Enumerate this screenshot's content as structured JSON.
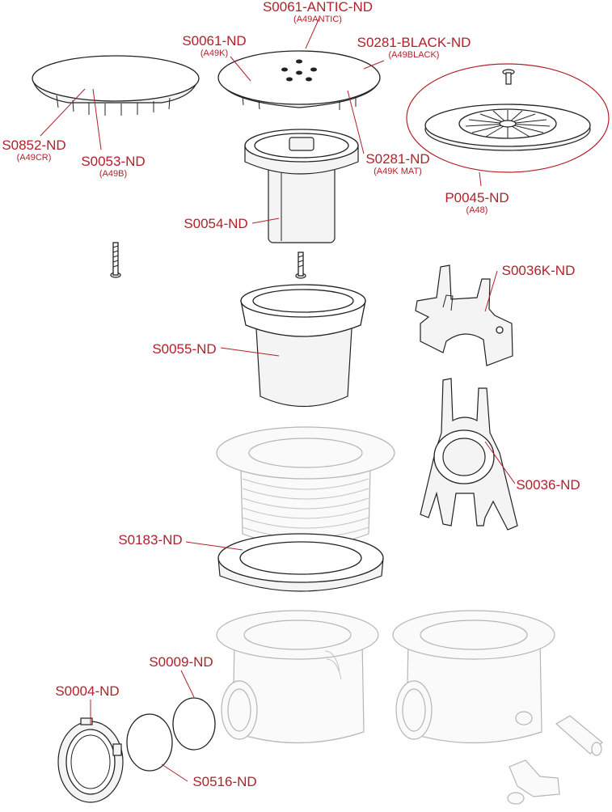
{
  "colors": {
    "label": "#b3202a",
    "outline": "#222222",
    "faint_outline": "#b5b5b5"
  },
  "labels": {
    "s0061_antic": {
      "code": "S0061-ANTIC-ND",
      "sub": "(A49ANTIC)"
    },
    "s0061": {
      "code": "S0061-ND",
      "sub": "(A49K)"
    },
    "s0281_black": {
      "code": "S0281-BLACK-ND",
      "sub": "(A49BLACK)"
    },
    "s0852": {
      "code": "S0852-ND",
      "sub": "(A49CR)"
    },
    "s0053": {
      "code": "S0053-ND",
      "sub": "(A49B)"
    },
    "s0281": {
      "code": "S0281-ND",
      "sub": "(A49K MAT)"
    },
    "p0045": {
      "code": "P0045-ND",
      "sub": "(A48)"
    },
    "s0054": {
      "code": "S0054-ND"
    },
    "s0036k": {
      "code": "S0036K-ND"
    },
    "s0055": {
      "code": "S0055-ND"
    },
    "s0036": {
      "code": "S0036-ND"
    },
    "s0183": {
      "code": "S0183-ND"
    },
    "s0009": {
      "code": "S0009-ND"
    },
    "s0004": {
      "code": "S0004-ND"
    },
    "s0516": {
      "code": "S0516-ND"
    }
  }
}
